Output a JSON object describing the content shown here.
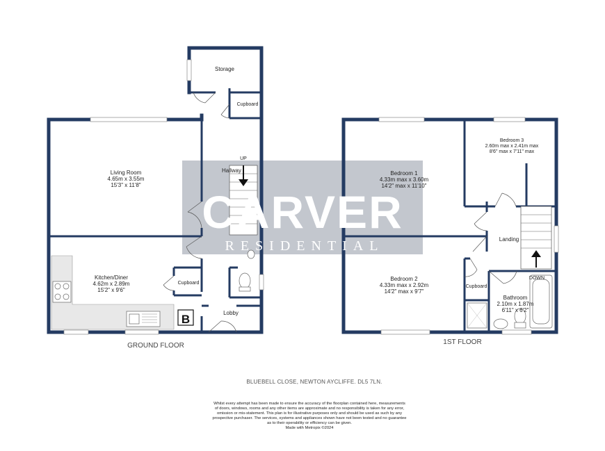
{
  "watermark": {
    "brand": "CARVER",
    "sub": "RESIDENTIAL"
  },
  "ground_floor": {
    "label": "GROUND FLOOR",
    "rooms": {
      "storage": "Storage",
      "cupboard_top": "Cupboard",
      "hallway": "Hallway",
      "stairs_up": "UP",
      "living_room": {
        "name": "Living Room",
        "metric": "4.65m  x 3.55m",
        "imperial": "15'3\"  x 11'8\""
      },
      "kitchen": {
        "name": "Kitchen/Diner",
        "metric": "4.62m  x 2.89m",
        "imperial": "15'2\"  x 9'6\""
      },
      "cupboard_kitchen": "Cupboard",
      "boiler": "B",
      "lobby": "Lobby"
    }
  },
  "first_floor": {
    "label": "1ST FLOOR",
    "rooms": {
      "bedroom1": {
        "name": "Bedroom 1",
        "metric": "4.33m max x 3.60m",
        "imperial": "14'2\" max x 11'10\""
      },
      "bedroom3": {
        "name": "Bedroom 3",
        "metric": "2.60m max x 2.41m max",
        "imperial": "8'6\" max x 7'11\" max"
      },
      "landing": "Landing",
      "bedroom2": {
        "name": "Bedroom 2",
        "metric": "4.33m max x 2.92m",
        "imperial": "14'2\" max x 9'7\""
      },
      "cupboard": "Cupboard",
      "stairs_down": "DOWN",
      "bathroom": {
        "name": "Bathroom",
        "metric": "2.10m  x 1.87m",
        "imperial": "6'11\"  x 6'2\""
      }
    }
  },
  "address": "BLUEBELL CLOSE, NEWTON AYCLIFFE. DL5 7LN.",
  "disclaimer": [
    "Whilst every attempt has been made to ensure the accuracy of the floorplan contained here, measurements",
    "of doors, windows, rooms and any other items are approximate and no responsibility is taken for any error,",
    "omission or mis-statement. This plan is for illustrative purposes only and should be used as such by any",
    "prospective purchaser. The services, systems and appliances shown have not been tested and no guarantee",
    "as to their operability or efficiency can be given.",
    "Made with Metropix ©2024"
  ],
  "colors": {
    "wall": "#243b62",
    "watermark_bg": "#b8bcc4",
    "floor_fill": "#ffffff"
  }
}
